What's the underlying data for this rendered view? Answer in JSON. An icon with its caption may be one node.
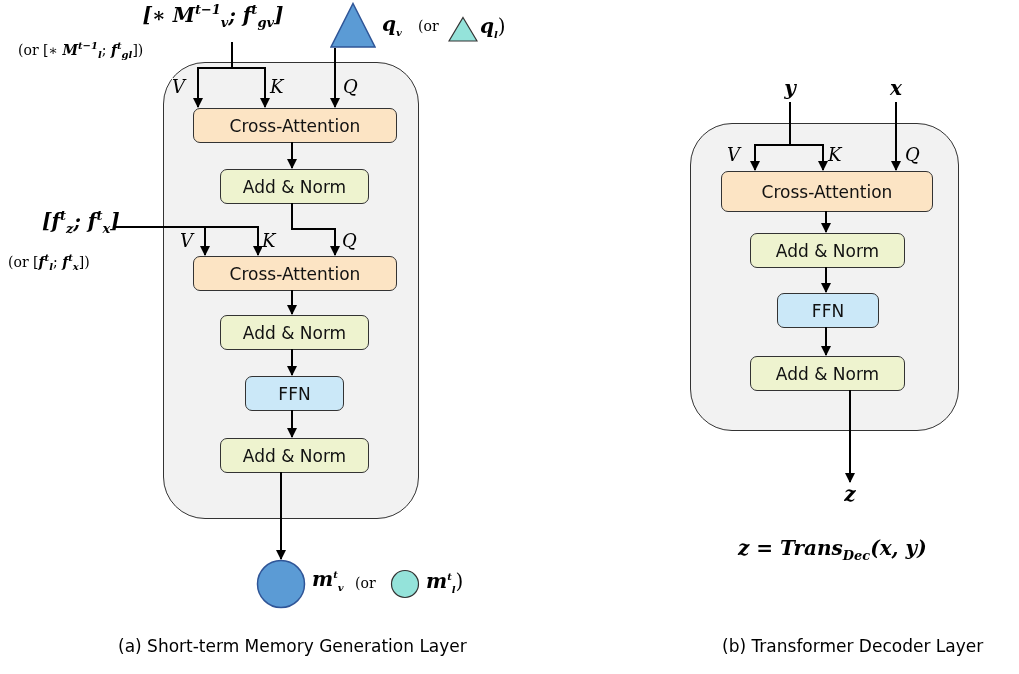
{
  "diagram": {
    "nodes": [
      {
        "text": [],
        "shape": "box"
      },
      {
        "text": [
          "[∗ M$^{t−1}$$_{v}$; f$^{t}$$_{gv}$]"
        ],
        "beside": [
          "(or [∗ **M**$^{t−1}$$_{l}$; **f**$^{t}$$_{gl}$])"
        ]
      },
      {
        "text": [],
        "shape": "triangle",
        "beside": [
          "**q**$_{v}$",
          "(or",
          "**q**$_{l}$)"
        ]
      },
      {
        "text": [
          "Cross-Attention"
        ],
        "in": 0
      },
      {
        "text": [
          "Add & Norm"
        ],
        "in": 0
      },
      {
        "text": [
          "[f$^{t}$$_{z}$; f$^{t}$$_{x}$]"
        ],
        "beside": [
          "(or [**f**$^{t}$$_{l}$; **f**$^{t}$$_{x}$])"
        ]
      },
      {
        "text": [
          "Cross-Attention"
        ],
        "in": 0
      },
      {
        "text": [
          "Add & Norm"
        ],
        "in": 0
      },
      {
        "text": [
          "FFN"
        ],
        "in": 0
      },
      {
        "text": [
          "Add & Norm"
        ],
        "in": 0
      },
      {
        "text": [],
        "shape": "circle",
        "beside": [
          "**m**$^{t}$$_{v}$",
          "(or",
          "**m**$^{t}$$_{l}$)"
        ]
      },
      {
        "text": [],
        "shape": "box"
      },
      {
        "text": [
          "y"
        ]
      },
      {
        "text": [
          "x"
        ]
      },
      {
        "text": [
          "Cross-Attention"
        ],
        "in": 11
      },
      {
        "text": [
          "Add & Norm"
        ],
        "in": 11
      },
      {
        "text": [
          "FFN"
        ],
        "in": 11
      },
      {
        "text": [
          "Add & Norm"
        ],
        "in": 11
      },
      {
        "text": [
          "z"
        ]
      }
    ],
    "edges": [
      {
        "from": 1,
        "to": 3,
        "arrow": "to",
        "label": "V"
      },
      {
        "from": 1,
        "to": 3,
        "arrow": "to",
        "label": "K"
      },
      {
        "from": 2,
        "to": 3,
        "arrow": "to",
        "label": "Q"
      },
      {
        "from": 3,
        "to": 4,
        "arrow": "to"
      },
      {
        "from": 5,
        "to": 6,
        "arrow": "to",
        "label": "V"
      },
      {
        "from": 5,
        "to": 6,
        "arrow": "to",
        "label": "K"
      },
      {
        "from": 4,
        "to": 6,
        "arrow": "to",
        "label": "Q"
      },
      {
        "from": 6,
        "to": 7,
        "arrow": "to"
      },
      {
        "from": 7,
        "to": 8,
        "arrow": "to"
      },
      {
        "from": 8,
        "to": 9,
        "arrow": "to"
      },
      {
        "from": 9,
        "to": 10,
        "arrow": "to"
      },
      {
        "from": 12,
        "to": 14,
        "arrow": "to",
        "label": "V"
      },
      {
        "from": 12,
        "to": 14,
        "arrow": "to",
        "label": "K"
      },
      {
        "from": 13,
        "to": 14,
        "arrow": "to",
        "label": "Q"
      },
      {
        "from": 14,
        "to": 15,
        "arrow": "to"
      },
      {
        "from": 15,
        "to": 16,
        "arrow": "to"
      },
      {
        "from": 16,
        "to": 17,
        "arrow": "to"
      },
      {
        "from": 17,
        "to": 18,
        "arrow": "to"
      }
    ],
    "labels": [
      "z = Trans$_{Dec}$(x, y)",
      "(a) Short-term Memory Generation Layer",
      "(b) Transformer Decoder Layer"
    ]
  }
}
